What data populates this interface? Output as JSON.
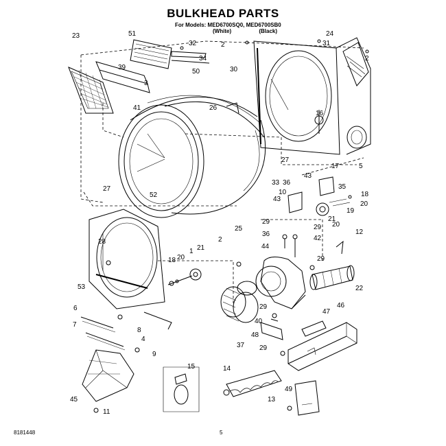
{
  "header": {
    "title": "BULKHEAD PARTS",
    "models_line": "For Models: MED6700SQ0, MED6700SB0",
    "variant_white": "(White)",
    "variant_black": "(Black)"
  },
  "footer": {
    "doc_number": "8181448",
    "page_number": "5"
  },
  "callouts": [
    "23",
    "51",
    "32",
    "34",
    "39",
    "50",
    "3",
    "41",
    "2",
    "24",
    "31",
    "30",
    "2",
    "26",
    "16",
    "27",
    "5",
    "17",
    "27",
    "52",
    "33",
    "36",
    "43",
    "35",
    "18",
    "10",
    "19",
    "20",
    "43",
    "21",
    "20",
    "25",
    "29",
    "29",
    "12",
    "36",
    "42",
    "2",
    "28",
    "44",
    "18",
    "20",
    "1",
    "21",
    "29",
    "53",
    "22",
    "6",
    "8",
    "7",
    "29",
    "4",
    "40",
    "47",
    "46",
    "9",
    "48",
    "37",
    "29",
    "15",
    "14",
    "45",
    "49",
    "13",
    "11"
  ],
  "colors": {
    "ink": "#000000",
    "paper": "#ffffff"
  }
}
